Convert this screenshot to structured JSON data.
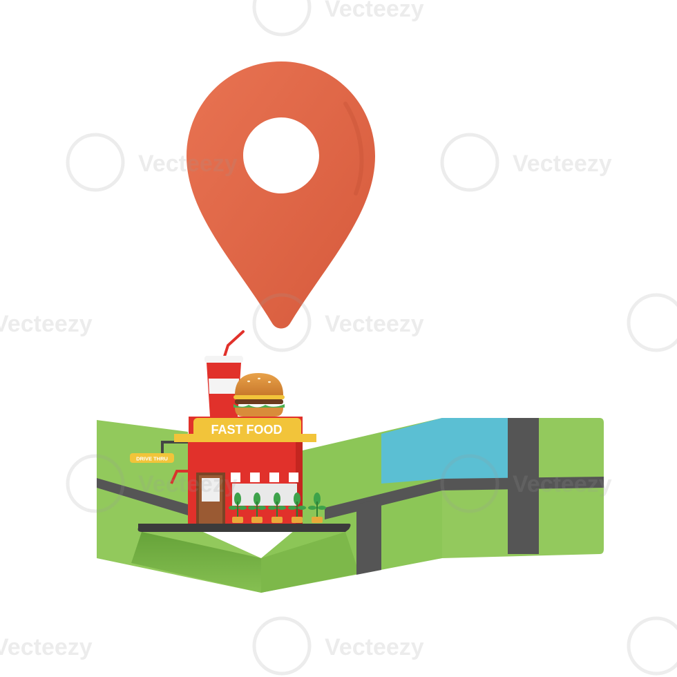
{
  "scene": {
    "sign_label": "FAST FOOD",
    "drive_thru_label": "DRIVE THRU"
  },
  "watermark": {
    "text": "Vecteezy"
  },
  "colors": {
    "pin": "#DE6445",
    "pin_shadow": "#C24F33",
    "grass": "#92C95C",
    "grass_dark": "#6FAE3F",
    "water": "#5BBFD3",
    "road": "#555555",
    "building_red": "#E1312B",
    "sign_yellow": "#F2C43A",
    "door": "#9A5A33"
  },
  "icons": [
    "map-pin-icon",
    "burger-icon",
    "soda-cup-icon",
    "plant-icon",
    "watermark-logo-icon"
  ]
}
